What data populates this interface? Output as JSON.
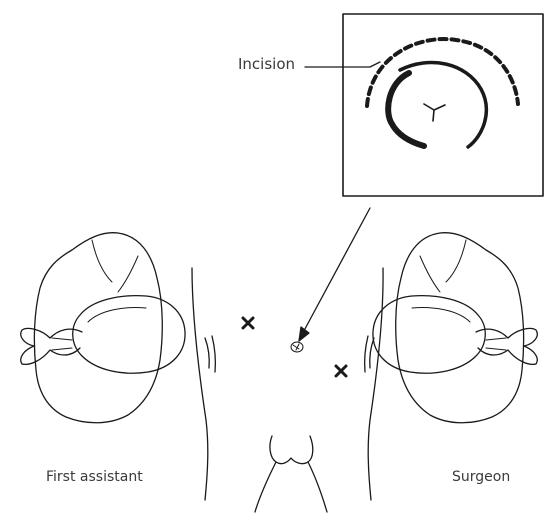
{
  "figure": {
    "labels": {
      "incision": "Incision",
      "first_assistant": "First assistant",
      "surgeon": "Surgeon"
    },
    "colors": {
      "line": "#1a1a1a",
      "text": "#3a3a3a",
      "background": "#ffffff"
    },
    "icons": [
      "port-mark-x-icon",
      "arrow-icon",
      "umbilicus-icon"
    ]
  }
}
